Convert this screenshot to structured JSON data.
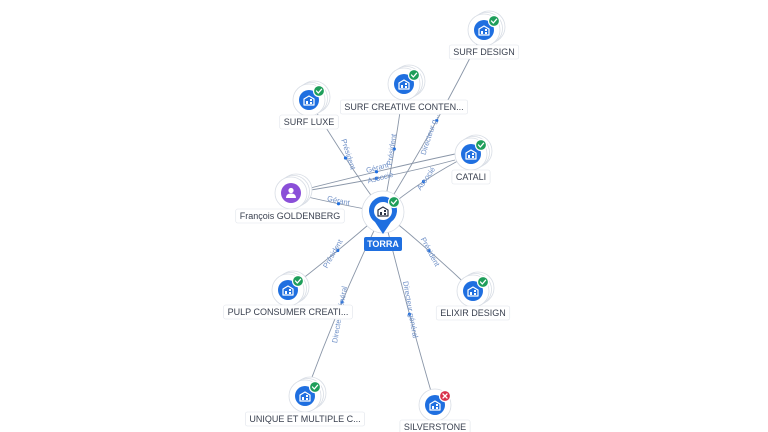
{
  "graph": {
    "center": {
      "label": "TORRA",
      "status": "active"
    },
    "nodes": [
      {
        "id": "surf-design",
        "label": "SURF DESIGN",
        "kind": "company",
        "status": "active",
        "stacked": true
      },
      {
        "id": "surf-creative",
        "label": "SURF CREATIVE CONTEN...",
        "kind": "company",
        "status": "active",
        "stacked": true
      },
      {
        "id": "surf-luxe",
        "label": "SURF LUXE",
        "kind": "company",
        "status": "active",
        "stacked": true
      },
      {
        "id": "catali",
        "label": "CATALI",
        "kind": "company",
        "status": "active",
        "stacked": true
      },
      {
        "id": "francois",
        "label": "François GOLDENBERG",
        "kind": "person",
        "status": "none",
        "stacked": true
      },
      {
        "id": "pulp",
        "label": "PULP CONSUMER CREATI...",
        "kind": "company",
        "status": "active",
        "stacked": true
      },
      {
        "id": "elixir",
        "label": "ELIXIR DESIGN",
        "kind": "company",
        "status": "active",
        "stacked": true
      },
      {
        "id": "unique",
        "label": "UNIQUE ET MULTIPLE C...",
        "kind": "company",
        "status": "active",
        "stacked": true
      },
      {
        "id": "silverstone",
        "label": "SILVERSTONE",
        "kind": "company",
        "status": "closed",
        "stacked": false
      }
    ],
    "edges": [
      {
        "id": "e-surf-design",
        "from": "surf-design",
        "to": "center",
        "label": "Directeur g..."
      },
      {
        "id": "e-surf-creative",
        "from": "surf-creative",
        "to": "center",
        "label": "Président"
      },
      {
        "id": "e-surf-luxe",
        "from": "surf-luxe",
        "to": "center",
        "label": "Président"
      },
      {
        "id": "e-catali",
        "from": "catali",
        "to": "center",
        "label": "Associé"
      },
      {
        "id": "e-francois-gerant",
        "from": "francois",
        "to": "catali",
        "label": "Gérant"
      },
      {
        "id": "e-francois-associe",
        "from": "francois",
        "to": "catali",
        "label": "Associé"
      },
      {
        "id": "e-francois-center",
        "from": "francois",
        "to": "center",
        "label": "Gérant"
      },
      {
        "id": "e-pulp",
        "from": "pulp",
        "to": "center",
        "label": "Président"
      },
      {
        "id": "e-elixir",
        "from": "elixir",
        "to": "center",
        "label": "Président"
      },
      {
        "id": "e-unique",
        "from": "unique",
        "to": "center",
        "label": "Directeur général"
      },
      {
        "id": "e-silverstone",
        "from": "silverstone",
        "to": "center",
        "label": "Directeur général"
      }
    ],
    "colors": {
      "company_fill": "#1f6fe0",
      "person_fill": "#8a4fd8",
      "active_badge": "#1e9e5a",
      "closed_badge": "#d8304a",
      "edge": "#8a96a8",
      "edge_label": "#6e8fc6"
    },
    "icons": {
      "company": "building-icon",
      "person": "person-icon",
      "active": "check-icon",
      "closed": "cross-icon"
    }
  }
}
